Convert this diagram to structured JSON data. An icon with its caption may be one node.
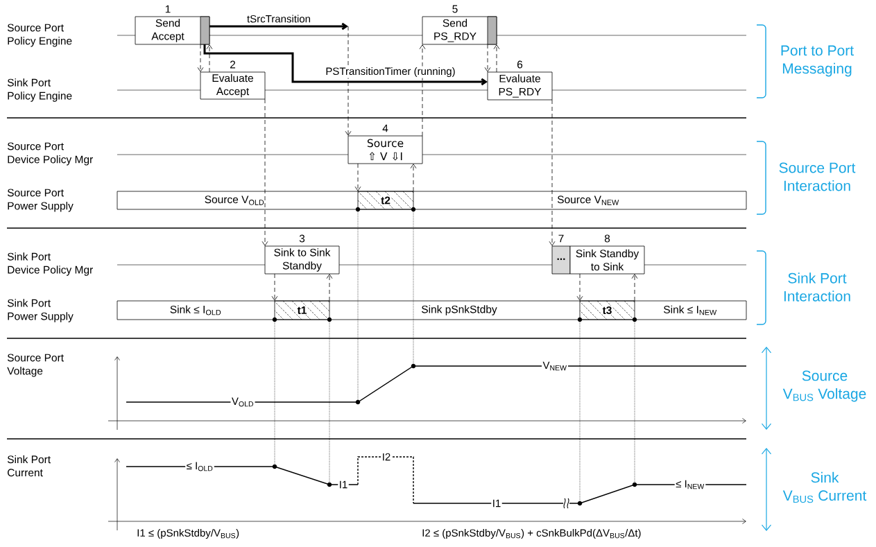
{
  "diagram": {
    "nodes": [
      {
        "text": [
          "1",
          "Send Accept"
        ]
      },
      {
        "text": [
          "2",
          "Evaluate Accept"
        ]
      },
      {
        "text": [
          "3",
          "Sink to Sink Standby"
        ]
      },
      {
        "text": [
          "4",
          "Source ⇧ V ⇩I"
        ]
      },
      {
        "text": [
          "5",
          "Send PS_RDY"
        ]
      },
      {
        "text": [
          "6",
          "Evaluate PS_RDY"
        ]
      },
      {
        "text": [
          "7",
          "..."
        ]
      },
      {
        "text": [
          "8",
          "Sink Standby to Sink"
        ]
      },
      {
        "text": [
          "Source V$_{OLD}$",
          "Source V$_{NEW}$"
        ]
      },
      {
        "text": [
          "t2"
        ],
        "in": 8
      },
      {
        "text": [
          "Sink ≤ I$_{OLD}$",
          "Sink pSnkStdby",
          "Sink ≤ I$_{NEW}$"
        ]
      },
      {
        "text": [
          "t1"
        ],
        "in": 10
      },
      {
        "text": [
          "t3"
        ],
        "in": 10
      },
      {
        "text": [],
        "shape": "circle"
      },
      {
        "text": [],
        "shape": "circle"
      },
      {
        "text": [],
        "shape": "circle"
      },
      {
        "text": [],
        "shape": "circle"
      },
      {
        "text": [],
        "shape": "circle"
      },
      {
        "text": [],
        "shape": "circle"
      }
    ],
    "edges": [
      {
        "from": 0,
        "to": 1,
        "arrow": "to",
        "style": "dashed"
      },
      {
        "from": 1,
        "to": 0,
        "arrow": "to",
        "style": "dashed"
      },
      {
        "from": 0,
        "to": null,
        "arrow": "to",
        "style": "thick",
        "label": "tSrcTransition"
      },
      {
        "from": null,
        "to": 3,
        "arrow": "to",
        "style": "dashed"
      },
      {
        "from": 0,
        "to": 5,
        "arrow": "to",
        "style": "thick",
        "label": "PSTransitionTimer (running)"
      },
      {
        "from": 1,
        "to": 2,
        "arrow": "to",
        "style": "dashed"
      },
      {
        "from": 3,
        "to": 9,
        "arrow": "to",
        "style": "dashed"
      },
      {
        "from": 9,
        "to": 3,
        "arrow": "to",
        "style": "dashed"
      },
      {
        "from": 3,
        "to": 4,
        "arrow": "to",
        "style": "dashed"
      },
      {
        "from": 4,
        "to": 5,
        "arrow": "to",
        "style": "dashed"
      },
      {
        "from": 5,
        "to": 4,
        "arrow": "to",
        "style": "dashed"
      },
      {
        "from": 5,
        "to": 6,
        "arrow": "to",
        "style": "dashed"
      },
      {
        "from": 2,
        "to": 11,
        "arrow": "to",
        "style": "dashed"
      },
      {
        "from": 11,
        "to": 2,
        "arrow": "to",
        "style": "dashed"
      },
      {
        "from": 7,
        "to": 12,
        "arrow": "to",
        "style": "dashed"
      },
      {
        "from": 12,
        "to": 7,
        "arrow": "to",
        "style": "dashed"
      },
      {
        "from": 11,
        "to": 13,
        "arrow": "none",
        "style": "dashed"
      },
      {
        "from": 11,
        "to": 14,
        "arrow": "none",
        "style": "dashed"
      },
      {
        "from": 9,
        "to": 15,
        "arrow": "none",
        "style": "dashed"
      },
      {
        "from": 9,
        "to": 16,
        "arrow": "none",
        "style": "dashed"
      },
      {
        "from": 12,
        "to": 17,
        "arrow": "none",
        "style": "dashed"
      },
      {
        "from": 12,
        "to": 18,
        "arrow": "none",
        "style": "dashed"
      }
    ],
    "labels": [
      "Source Port Policy Engine",
      "Port to Port Messaging",
      "Sink Port Policy Engine",
      "Source Port Device Policy Mgr",
      "Source Port Interaction",
      "Source Port Power Supply",
      "Sink Port Device Policy Mgr",
      "Sink Port Interaction",
      "Sink Port Power Supply",
      "Source Port Voltage",
      "V$_{NEW}$",
      "Source V$_{BUS}$ Voltage",
      "V$_{OLD}$",
      "Sink Port Current",
      "I2",
      "≤ I$_{OLD}$",
      "I1",
      "≤ I$_{NEW}$",
      "Sink V$_{BUS}$ Current",
      "I1",
      "I1 ≤ (pSnkStdby/V$_{BUS}$)",
      "I2 ≤ (pSnkStdby/V$_{BUS}$) + cSnkBulkPd(ΔV$_{BUS}$/Δt)"
    ]
  }
}
